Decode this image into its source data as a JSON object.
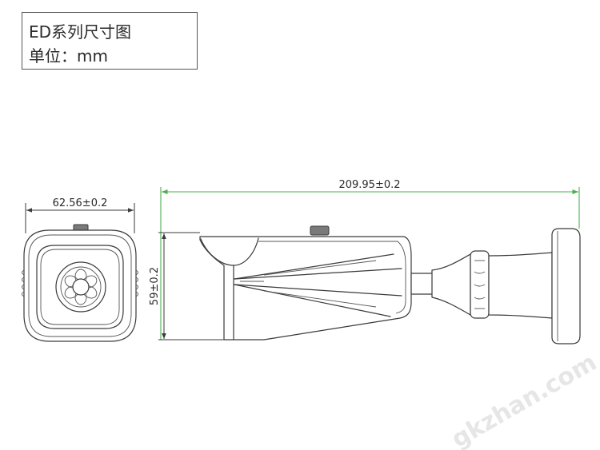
{
  "title_box": {
    "title": "ED系列尺寸图",
    "unit": "单位：mm"
  },
  "dimensions": {
    "front_width": "62.56±0.2",
    "side_length": "209.95±0.2",
    "side_height": "59±0.2"
  },
  "watermark": "gkzhan.com",
  "colors": {
    "line": "#3a3a3a",
    "dimension_green": "#4caf50",
    "watermark": "#e6e6e6"
  }
}
